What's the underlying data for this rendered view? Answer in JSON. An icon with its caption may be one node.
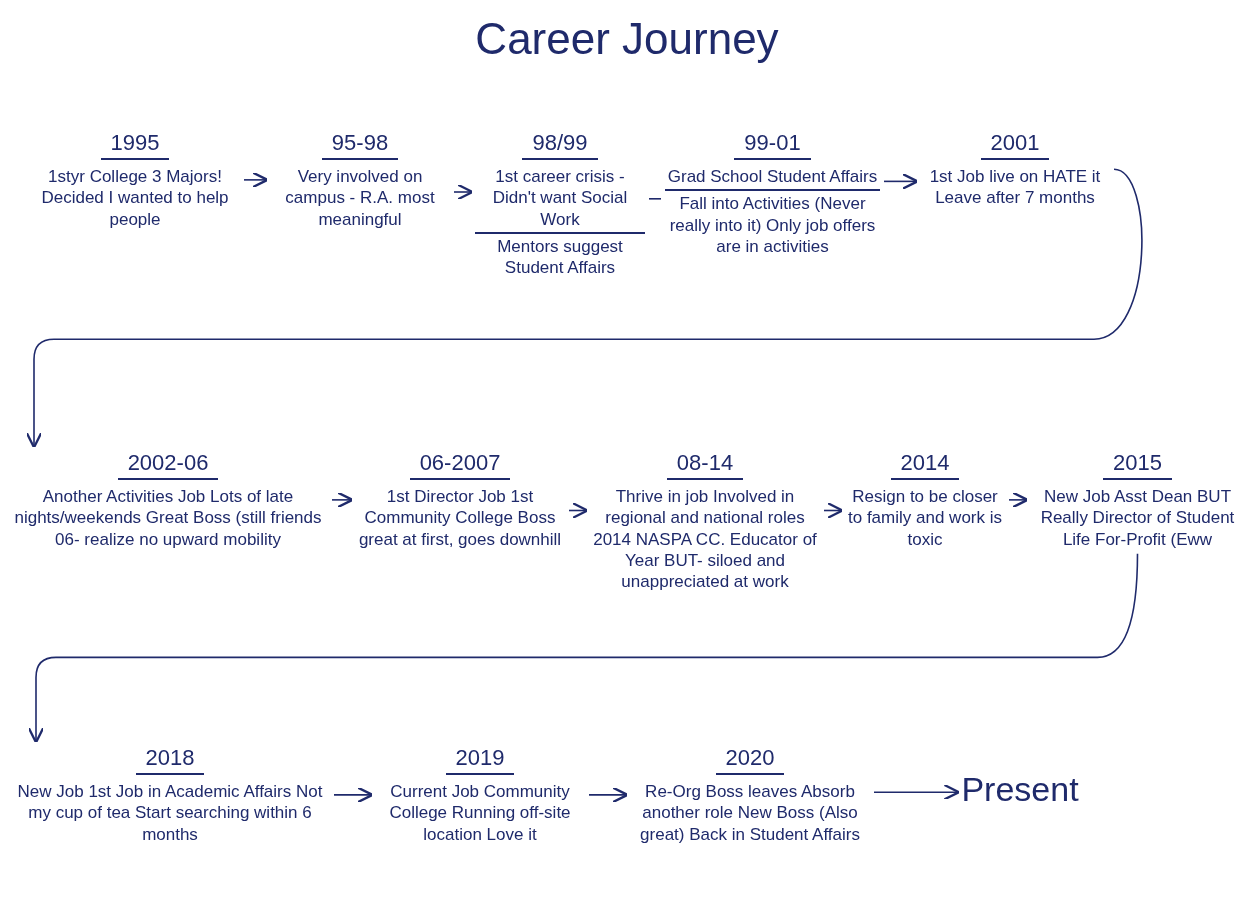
{
  "diagram": {
    "title": "Career Journey",
    "nodes": [
      {
        "text": [
          "1995",
          "1styr College 3 Majors! Decided I wanted to help people"
        ]
      },
      {
        "text": [
          "95-98",
          "Very involved on campus - R.A. most meaningful"
        ]
      },
      {
        "text": [
          "98/99",
          "1st career crisis -Didn't want Social Work",
          "Mentors suggest Student Affairs"
        ]
      },
      {
        "text": [
          "99-01",
          "Grad School Student Affairs",
          "Fall into Activities (Never really into it) Only job offers are in activities"
        ]
      },
      {
        "text": [
          "2001",
          "1st Job live on HATE it Leave after 7 months"
        ]
      },
      {
        "text": [
          "2002-06",
          "Another Activities Job Lots of late nights/weekends Great Boss (still friends 06- realize no upward mobility"
        ]
      },
      {
        "text": [
          "06-2007",
          "1st Director Job 1st Community College Boss great at first, goes downhill"
        ]
      },
      {
        "text": [
          "08-14",
          "Thrive in job Involved in regional and national roles 2014 NASPA CC. Educator of Year BUT- siloed and unappreciated at work"
        ]
      },
      {
        "text": [
          "2014",
          "Resign to be closer to family and work is toxic"
        ]
      },
      {
        "text": [
          "2015",
          "New Job Asst Dean BUT Really Director of Student Life For-Profit (Eww"
        ]
      },
      {
        "text": [
          "2018",
          "New Job 1st Job in Academic Affairs Not my cup of tea Start searching within 6 months"
        ]
      },
      {
        "text": [
          "2019",
          "Current Job Community College Running off-site location Love it"
        ]
      },
      {
        "text": [
          "2020",
          "Re-Org Boss leaves Absorb another role New Boss (Also great) Back in Student Affairs"
        ]
      },
      {
        "text": [
          "Present"
        ]
      }
    ],
    "edges": [
      {
        "from": 0,
        "to": 1,
        "arrow": "to"
      },
      {
        "from": 1,
        "to": 2,
        "arrow": "to"
      },
      {
        "from": 2,
        "to": 3,
        "arrow": "none"
      },
      {
        "from": 3,
        "to": 4,
        "arrow": "to"
      },
      {
        "from": 4,
        "to": 5,
        "arrow": "to"
      },
      {
        "from": 5,
        "to": 6,
        "arrow": "to"
      },
      {
        "from": 6,
        "to": 7,
        "arrow": "to"
      },
      {
        "from": 7,
        "to": 8,
        "arrow": "to"
      },
      {
        "from": 8,
        "to": 9,
        "arrow": "to"
      },
      {
        "from": 9,
        "to": 10,
        "arrow": "to"
      },
      {
        "from": 10,
        "to": 11,
        "arrow": "to"
      },
      {
        "from": 11,
        "to": 12,
        "arrow": "to"
      },
      {
        "from": 12,
        "to": 13,
        "arrow": "to"
      }
    ]
  }
}
